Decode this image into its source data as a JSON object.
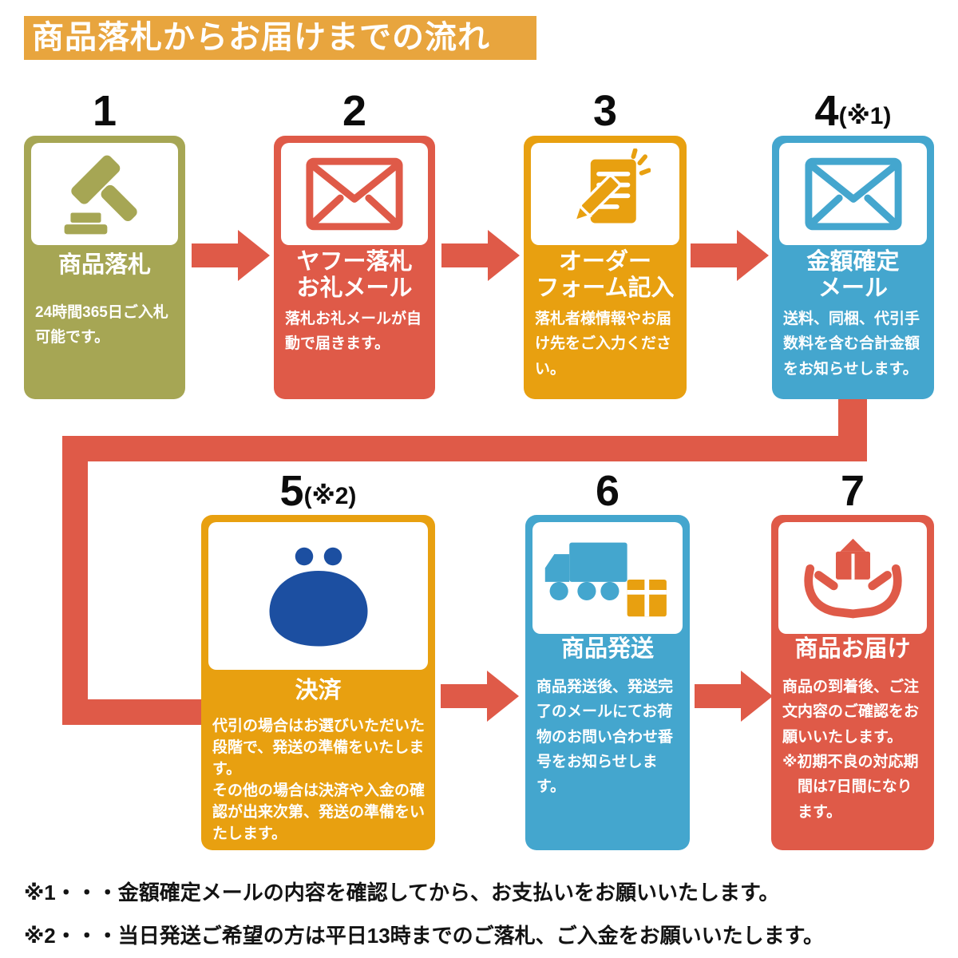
{
  "header": {
    "title": "商品落札からお届けまでの流れ"
  },
  "colors": {
    "header_bg": "#E8A53E",
    "arrow": "#DF5A48",
    "step1": "#A6A654",
    "step2": "#DF5A48",
    "step3": "#E8A010",
    "step4": "#44A6CE",
    "step5": "#E8A010",
    "step6": "#44A6CE",
    "step7": "#DF5A48",
    "purse": "#1C4FA1",
    "box_orange": "#E8A010"
  },
  "steps": [
    {
      "num": "1",
      "title": "商品落札",
      "desc": "24時間365日ご入札可能です。",
      "icon": "gavel-icon"
    },
    {
      "num": "2",
      "title": "ヤフー落札\nお礼メール",
      "desc": "落札お礼メールが自動で届きます。",
      "icon": "mail-icon"
    },
    {
      "num": "3",
      "title": "オーダー\nフォーム記入",
      "desc": "落札者様情報やお届け先をご入力ください。",
      "icon": "memo-pencil-icon"
    },
    {
      "num": "4",
      "num_note": "(※1)",
      "title": "金額確定\nメール",
      "desc": "送料、同梱、代引手数料を含む合計金額をお知らせします。",
      "icon": "mail-icon"
    },
    {
      "num": "5",
      "num_note": "(※2)",
      "title": "決済",
      "desc": "代引の場合はお選びいただいた段階で、発送の準備をいたします。\nその他の場合は決済や入金の確認が出来次第、発送の準備をいたします。",
      "icon": "purse-icon"
    },
    {
      "num": "6",
      "title": "商品発送",
      "desc": "商品発送後、発送完了のメールにてお荷物のお問い合わせ番号をお知らせします。",
      "icon": "truck-box-icon"
    },
    {
      "num": "7",
      "title": "商品お届け",
      "desc": "商品の到着後、ご注文内容のご確認をお願いいたします。",
      "desc2": "※初期不良の対応期間は7日間になります。",
      "icon": "hands-package-icon"
    }
  ],
  "footnotes": [
    "※1・・・金額確定メールの内容を確認してから、お支払いをお願いいたします。",
    "※2・・・当日発送ご希望の方は平日13時までのご落札、ご入金をお願いいたします。"
  ]
}
